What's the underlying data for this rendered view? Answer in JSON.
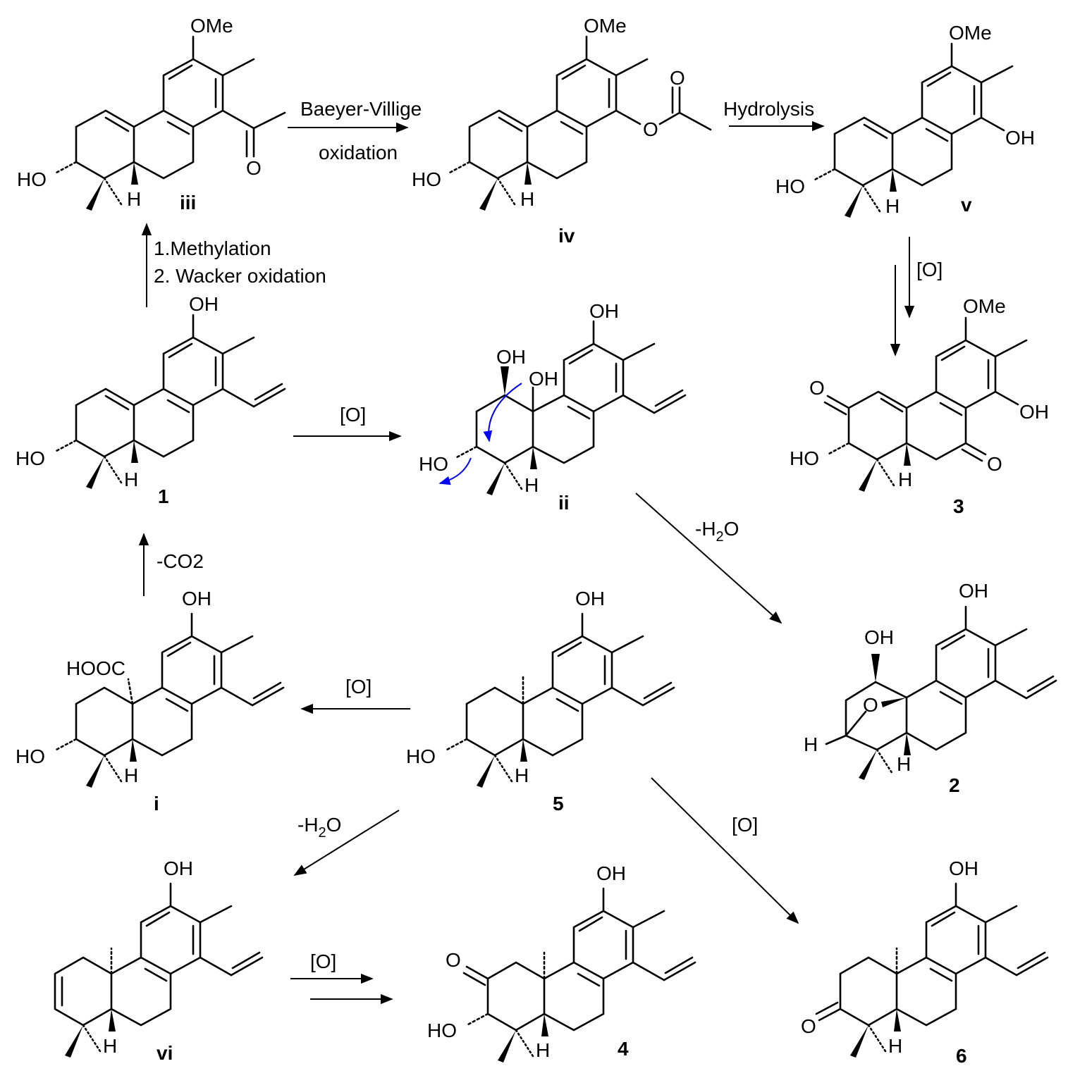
{
  "compounds": {
    "iii": {
      "label": "iii",
      "atoms": {
        "ome": "OMe",
        "ho": "HO",
        "h": "H",
        "o": "O"
      }
    },
    "iv": {
      "label": "iv",
      "atoms": {
        "ome": "OMe",
        "ho": "HO",
        "h": "H",
        "o1": "O",
        "o2": "O"
      }
    },
    "v": {
      "label": "v",
      "atoms": {
        "ome": "OMe",
        "oh": "OH",
        "ho": "HO",
        "h": "H"
      }
    },
    "c1": {
      "label": "1",
      "atoms": {
        "oh": "OH",
        "ho": "HO",
        "h": "H"
      }
    },
    "ii": {
      "label": "ii",
      "atoms": {
        "oh_top": "OH",
        "oh1": "OH",
        "oh2": "OH",
        "ho": "HO",
        "h": "H"
      }
    },
    "c3": {
      "label": "3",
      "atoms": {
        "ome": "OMe",
        "o1": "O",
        "oh": "OH",
        "ho": "HO",
        "o2": "O",
        "h": "H"
      }
    },
    "i": {
      "label": "i",
      "atoms": {
        "oh": "OH",
        "hooc": "HOOC",
        "ho": "HO",
        "h": "H"
      }
    },
    "c5": {
      "label": "5",
      "atoms": {
        "oh": "OH",
        "ho": "HO",
        "h": "H"
      }
    },
    "c2": {
      "label": "2",
      "atoms": {
        "oh_top": "OH",
        "oh": "OH",
        "o": "O",
        "h1": "H",
        "h2": "H"
      }
    },
    "vi": {
      "label": "vi",
      "atoms": {
        "oh": "OH",
        "h": "H"
      }
    },
    "c4": {
      "label": "4",
      "atoms": {
        "oh": "OH",
        "o": "O",
        "ho": "HO",
        "h": "H"
      }
    },
    "c6": {
      "label": "6",
      "atoms": {
        "oh": "OH",
        "o": "O",
        "h": "H"
      }
    }
  },
  "reactions": {
    "iii_to_iv": {
      "top": "Baeyer-Villige",
      "bottom": "oxidation"
    },
    "iv_to_v": {
      "top": "Hydrolysis"
    },
    "v_to_3": {
      "label": "[O]"
    },
    "1_to_iii": {
      "line1": "1.Methylation",
      "line2": "2. Wacker oxidation"
    },
    "1_to_ii": {
      "label": "[O]"
    },
    "ii_to_2": {
      "prefix": "-H",
      "sub": "2",
      "suffix": "O"
    },
    "i_to_1": {
      "label": "-CO2"
    },
    "5_to_i": {
      "label": "[O]"
    },
    "5_to_vi": {
      "prefix": "-H",
      "sub": "2",
      "suffix": "O"
    },
    "5_to_6": {
      "label": "[O]"
    },
    "vi_to_4": {
      "label": "[O]"
    }
  },
  "colors": {
    "bonds": "#000000",
    "mechanism_arrows": "#0000ff"
  }
}
